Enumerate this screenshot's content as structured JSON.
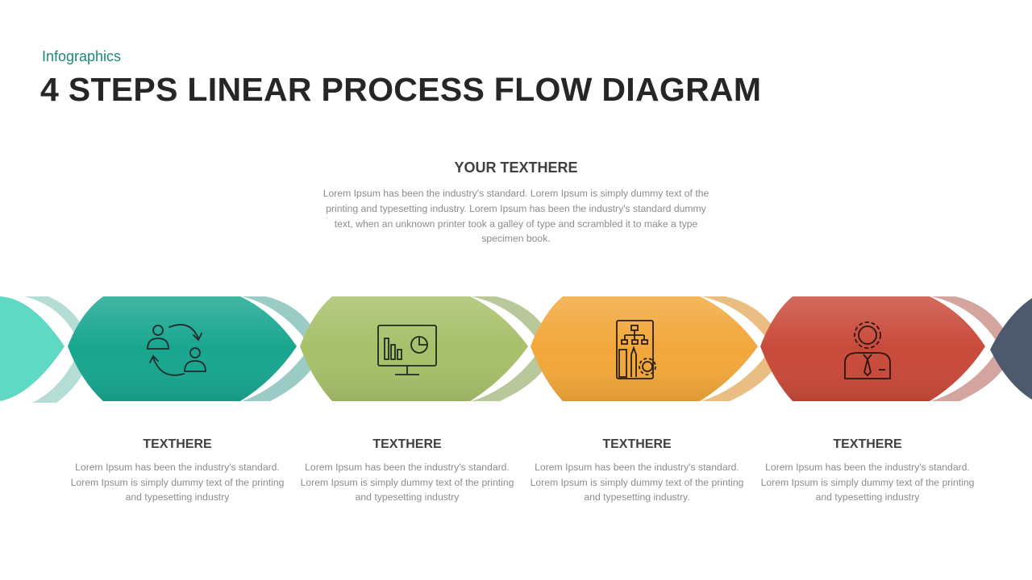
{
  "header": {
    "subtitle": "Infographics",
    "title": "4 STEPS LINEAR PROCESS FLOW DIAGRAM"
  },
  "top_block": {
    "heading": "YOUR TEXTHERE",
    "body": "Lorem Ipsum has been the industry's standard. Lorem Ipsum is simply dummy text of the printing and typesetting industry. Lorem Ipsum has been the industry's standard dummy text, when an unknown printer took a galley of type and scrambled it to make a type specimen book."
  },
  "steps": [
    {
      "heading": "TEXTHERE",
      "body": "Lorem Ipsum has been the industry's standard. Lorem Ipsum is simply dummy text of the printing and typesetting industry",
      "color": "#18a68f",
      "icon": "user-exchange-icon"
    },
    {
      "heading": "TEXTHERE",
      "body": "Lorem Ipsum has been the industry's standard. Lorem Ipsum is simply dummy text of the printing and typesetting industry",
      "color": "#a7c06a",
      "icon": "monitor-chart-icon"
    },
    {
      "heading": "TEXTHERE",
      "body": "Lorem Ipsum has been the industry's standard. Lorem Ipsum is simply dummy text of the printing and typesetting industry.",
      "color": "#f2a73a",
      "icon": "blueprint-tools-icon"
    },
    {
      "heading": "TEXTHERE",
      "body": "Lorem Ipsum has been the industry's standard. Lorem Ipsum is simply dummy text of the printing and typesetting industry",
      "color": "#c94a3a",
      "icon": "manager-gear-icon"
    }
  ],
  "colors": {
    "accent": "#1a8a7a",
    "edge_left": "#5fd9c4",
    "edge_right": "#4d5a6e"
  }
}
